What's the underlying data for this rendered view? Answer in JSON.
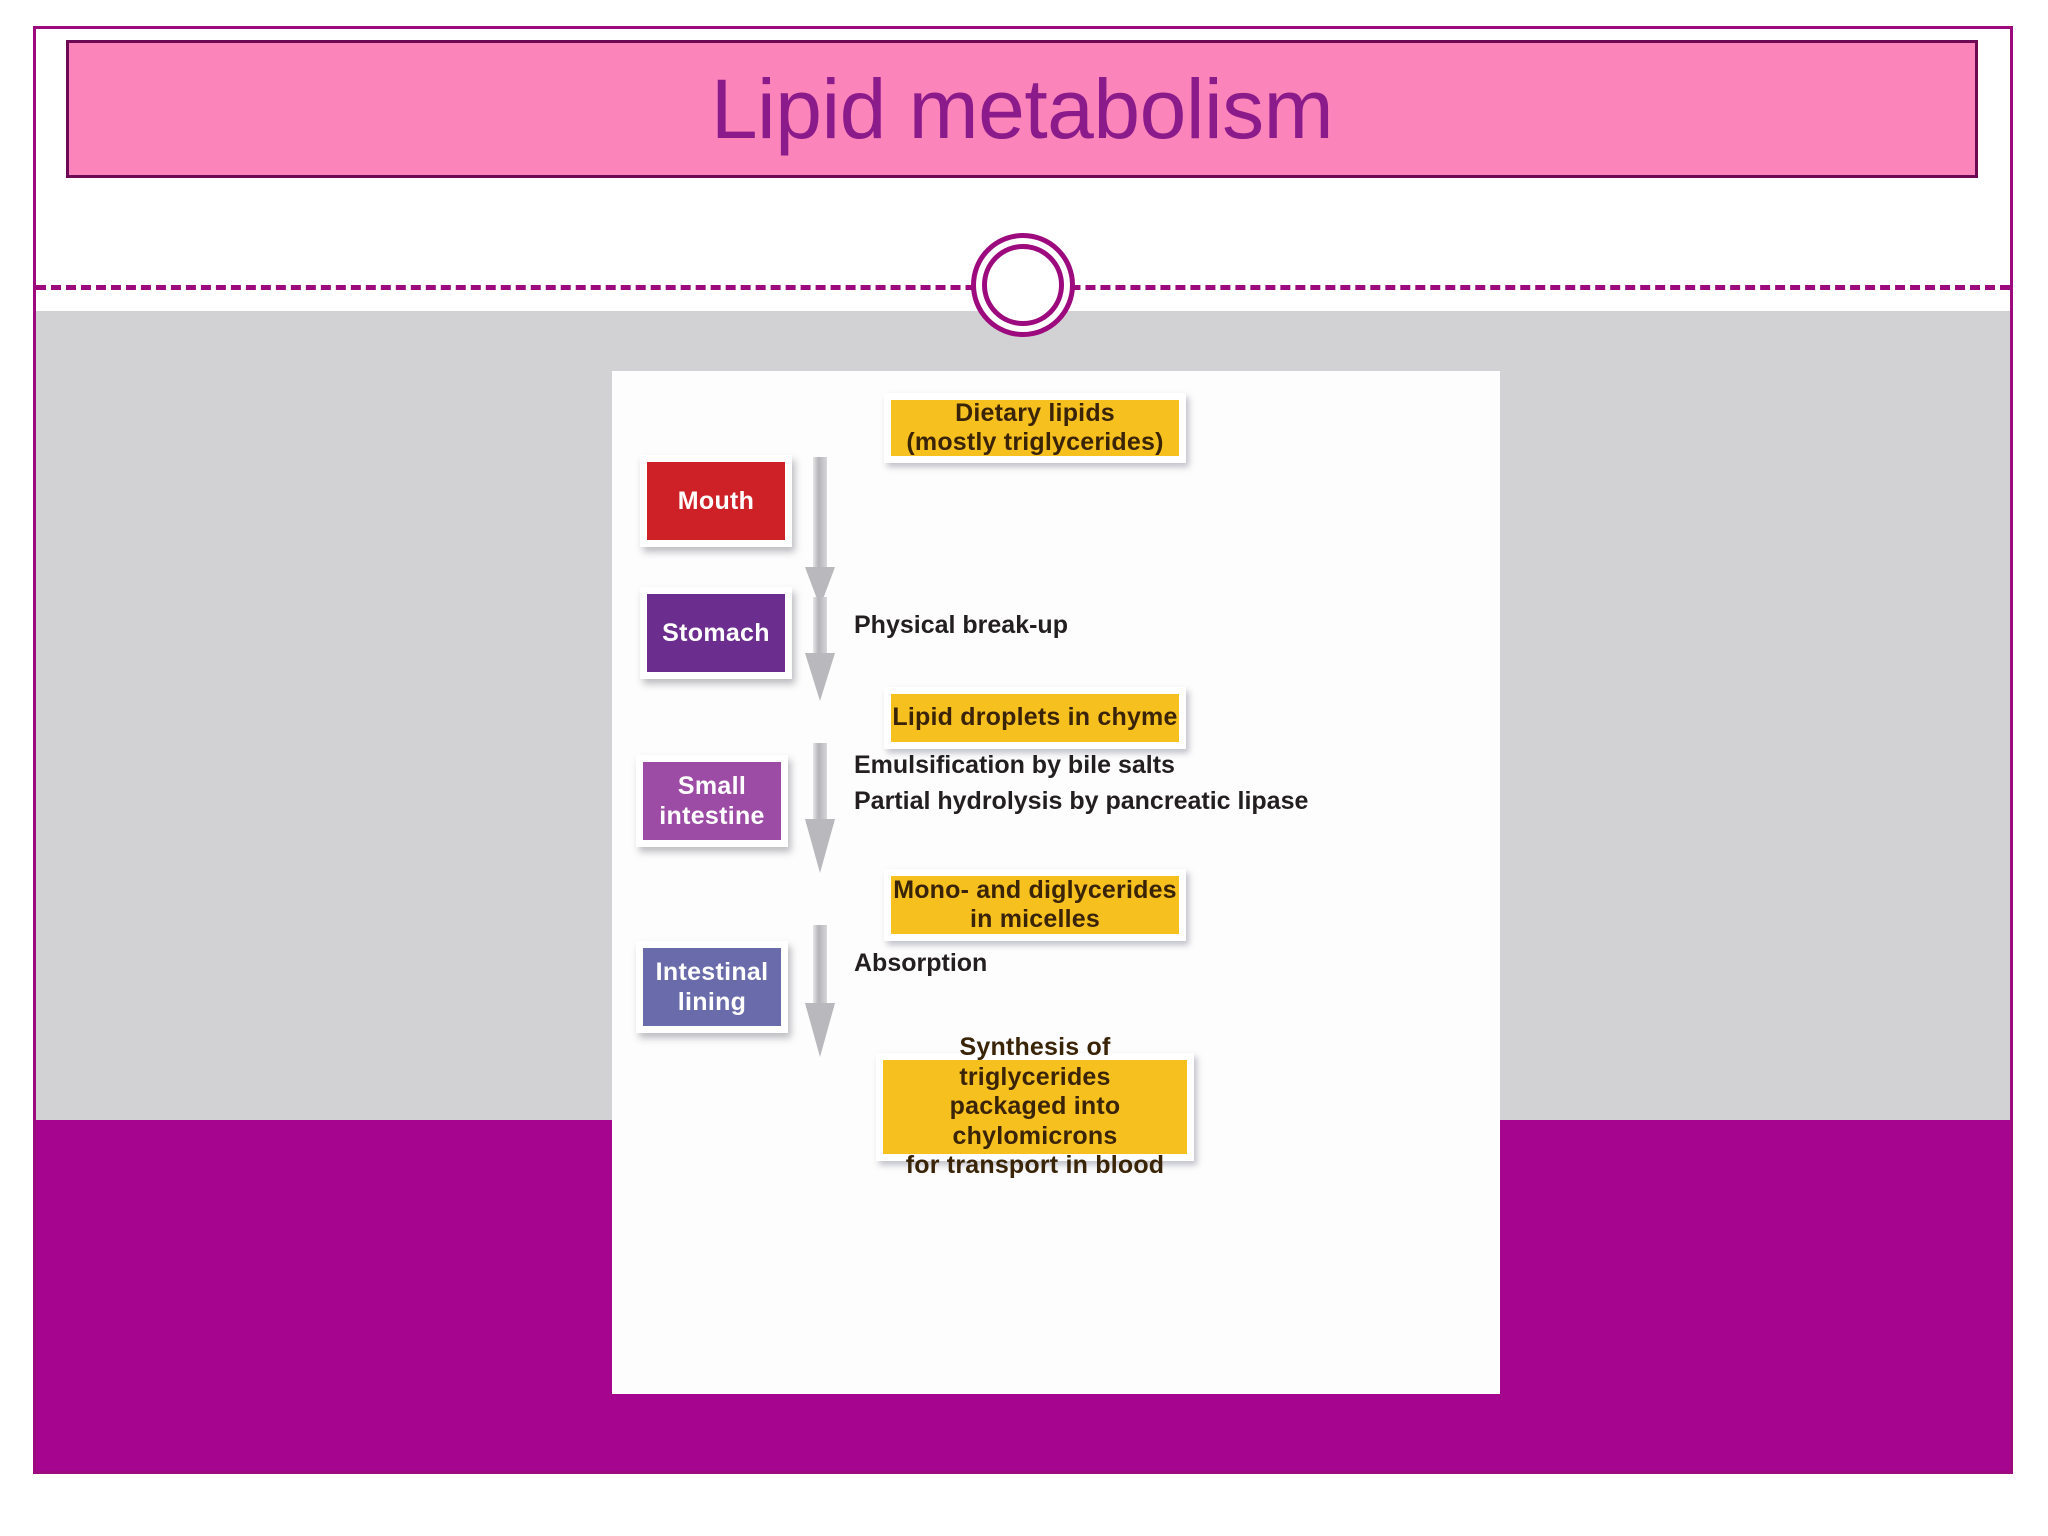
{
  "slide": {
    "title": "Lipid metabolism",
    "accent_color": "#9C0A7E",
    "title_bar_color": "#FB84BA",
    "title_text_color": "#8B1A8B",
    "content_bg_color": "#D2D2D4",
    "footer_band_color": "#A5058F"
  },
  "figure": {
    "type": "flowchart",
    "panel_bg": "#FDFDFD",
    "organs": [
      {
        "label": "Mouth",
        "color": "#CE2027"
      },
      {
        "label": "Stomach",
        "color": "#6B2E8F"
      },
      {
        "label": "Small\nintestine",
        "line1": "Small",
        "line2": "intestine",
        "color": "#9C4CA4"
      },
      {
        "label": "Intestinal\nlining",
        "line1": "Intestinal",
        "line2": "lining",
        "color": "#6A6BAB"
      }
    ],
    "steps": [
      {
        "line1": "Dietary lipids",
        "line2": "(mostly triglycerides)"
      },
      {
        "line1": "Lipid droplets in chyme",
        "line2": ""
      },
      {
        "line1": "Mono- and diglycerides",
        "line2": "in micelles"
      },
      {
        "line1": "Synthesis of triglycerides",
        "line2": "packaged into chylomicrons",
        "line3": "for transport in blood"
      }
    ],
    "process_labels": [
      {
        "line1": "Physical break-up"
      },
      {
        "line1": "Emulsification by bile salts",
        "line2": "Partial hydrolysis by pancreatic lipase"
      },
      {
        "line1": "Absorption"
      }
    ]
  }
}
